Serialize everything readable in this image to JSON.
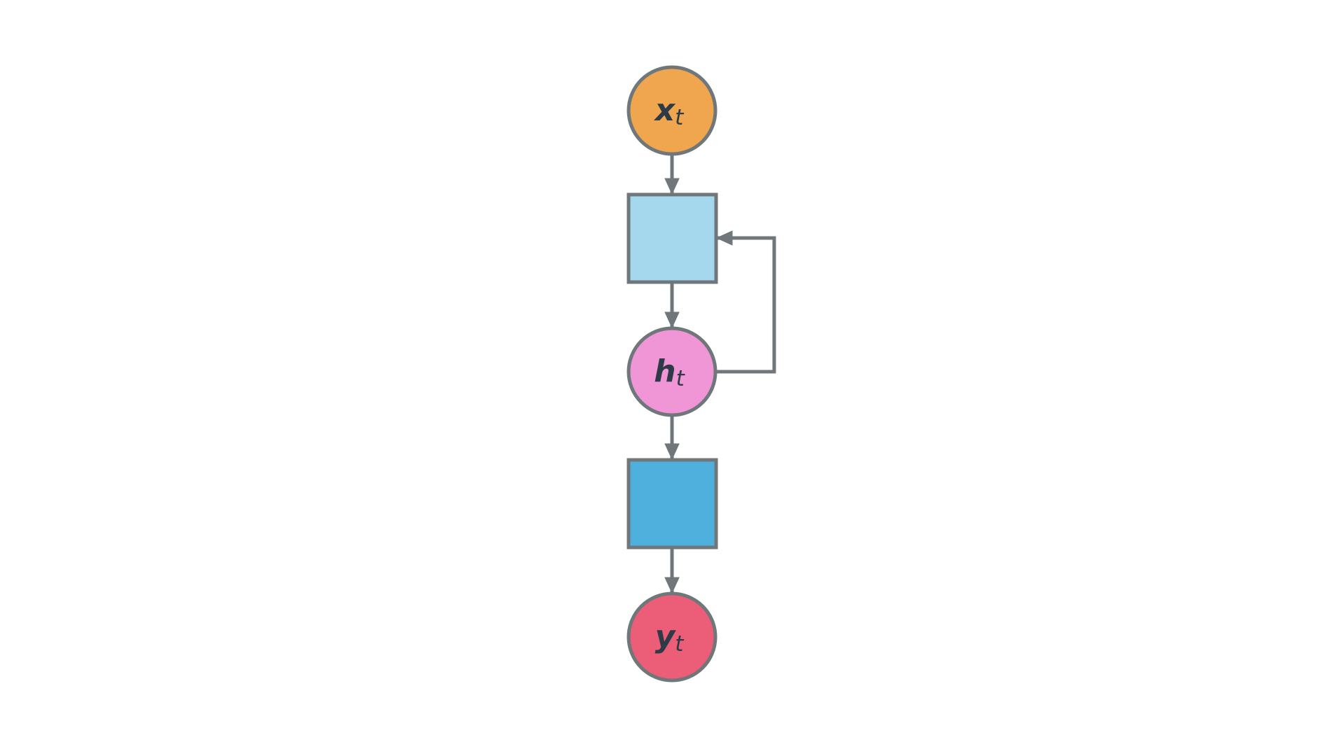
{
  "page": {
    "background": "#FFFFFF"
  },
  "diagram": {
    "type": "flowchart",
    "description": "Recurrent neural network single time-step diagram: input x_t flows into a hidden layer block, producing hidden state h_t which loops back into the hidden layer block, then flows through an output layer block to output y_t",
    "stroke_color": "#6F777B",
    "label_color": "#2E3A46",
    "nodes": {
      "input": {
        "shape": "circle",
        "label_main": "x",
        "label_sub": "t",
        "fill": "#F0A64E"
      },
      "hidden_block": {
        "shape": "square",
        "label_main": "",
        "fill": "#A5D8EC"
      },
      "hidden_state": {
        "shape": "circle",
        "label_main": "h",
        "label_sub": "t",
        "fill": "#F095D5"
      },
      "output_block": {
        "shape": "square",
        "label_main": "",
        "fill": "#4FB0DE"
      },
      "output": {
        "shape": "circle",
        "label_main": "y",
        "label_sub": "t",
        "fill": "#EC5E78"
      }
    },
    "edges": [
      {
        "from": "input",
        "to": "hidden_block",
        "type": "arrow"
      },
      {
        "from": "hidden_block",
        "to": "hidden_state",
        "type": "arrow"
      },
      {
        "from": "hidden_state",
        "to": "hidden_block",
        "type": "recurrent-loop-arrow"
      },
      {
        "from": "hidden_state",
        "to": "output_block",
        "type": "arrow"
      },
      {
        "from": "output_block",
        "to": "output",
        "type": "arrow"
      }
    ]
  }
}
